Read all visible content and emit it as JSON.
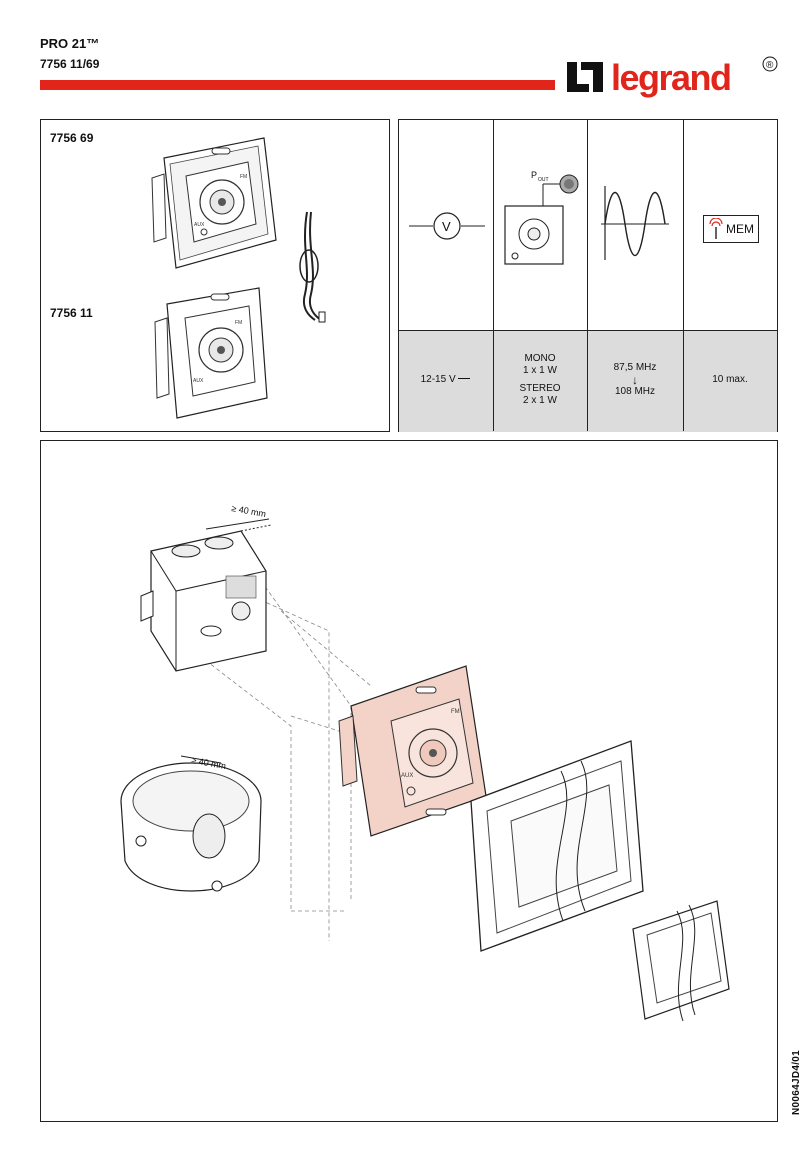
{
  "header": {
    "product": "PRO 21™",
    "reference": "7756 11/69",
    "brand": "legrand",
    "brand_mark": "®",
    "accent_color": "#e1251b"
  },
  "models": {
    "first": "7756 69",
    "second": "7756 11"
  },
  "specs": {
    "voltage_icon": "V",
    "power_icon_label": "P",
    "power_icon_sub": "OUT",
    "mem_icon": "MEM",
    "voltage": "12-15 V",
    "output_mono_title": "MONO",
    "output_mono_value": "1 x 1 W",
    "output_stereo_title": "STEREO",
    "output_stereo_value": "2 x 1 W",
    "freq_low": "87,5 MHz",
    "freq_arrow": "↓",
    "freq_high": "108 MHz",
    "memory": "10 max.",
    "shade_color": "#dcdcdc"
  },
  "install": {
    "dim_square_box": "≥ 40 mm",
    "dim_round_box": "≥ 40 mm",
    "module_color": "#f3d3c8",
    "module_fm": "FM",
    "module_aux": "AUX"
  },
  "footer": {
    "doc_code": "N0064JD4/01"
  }
}
